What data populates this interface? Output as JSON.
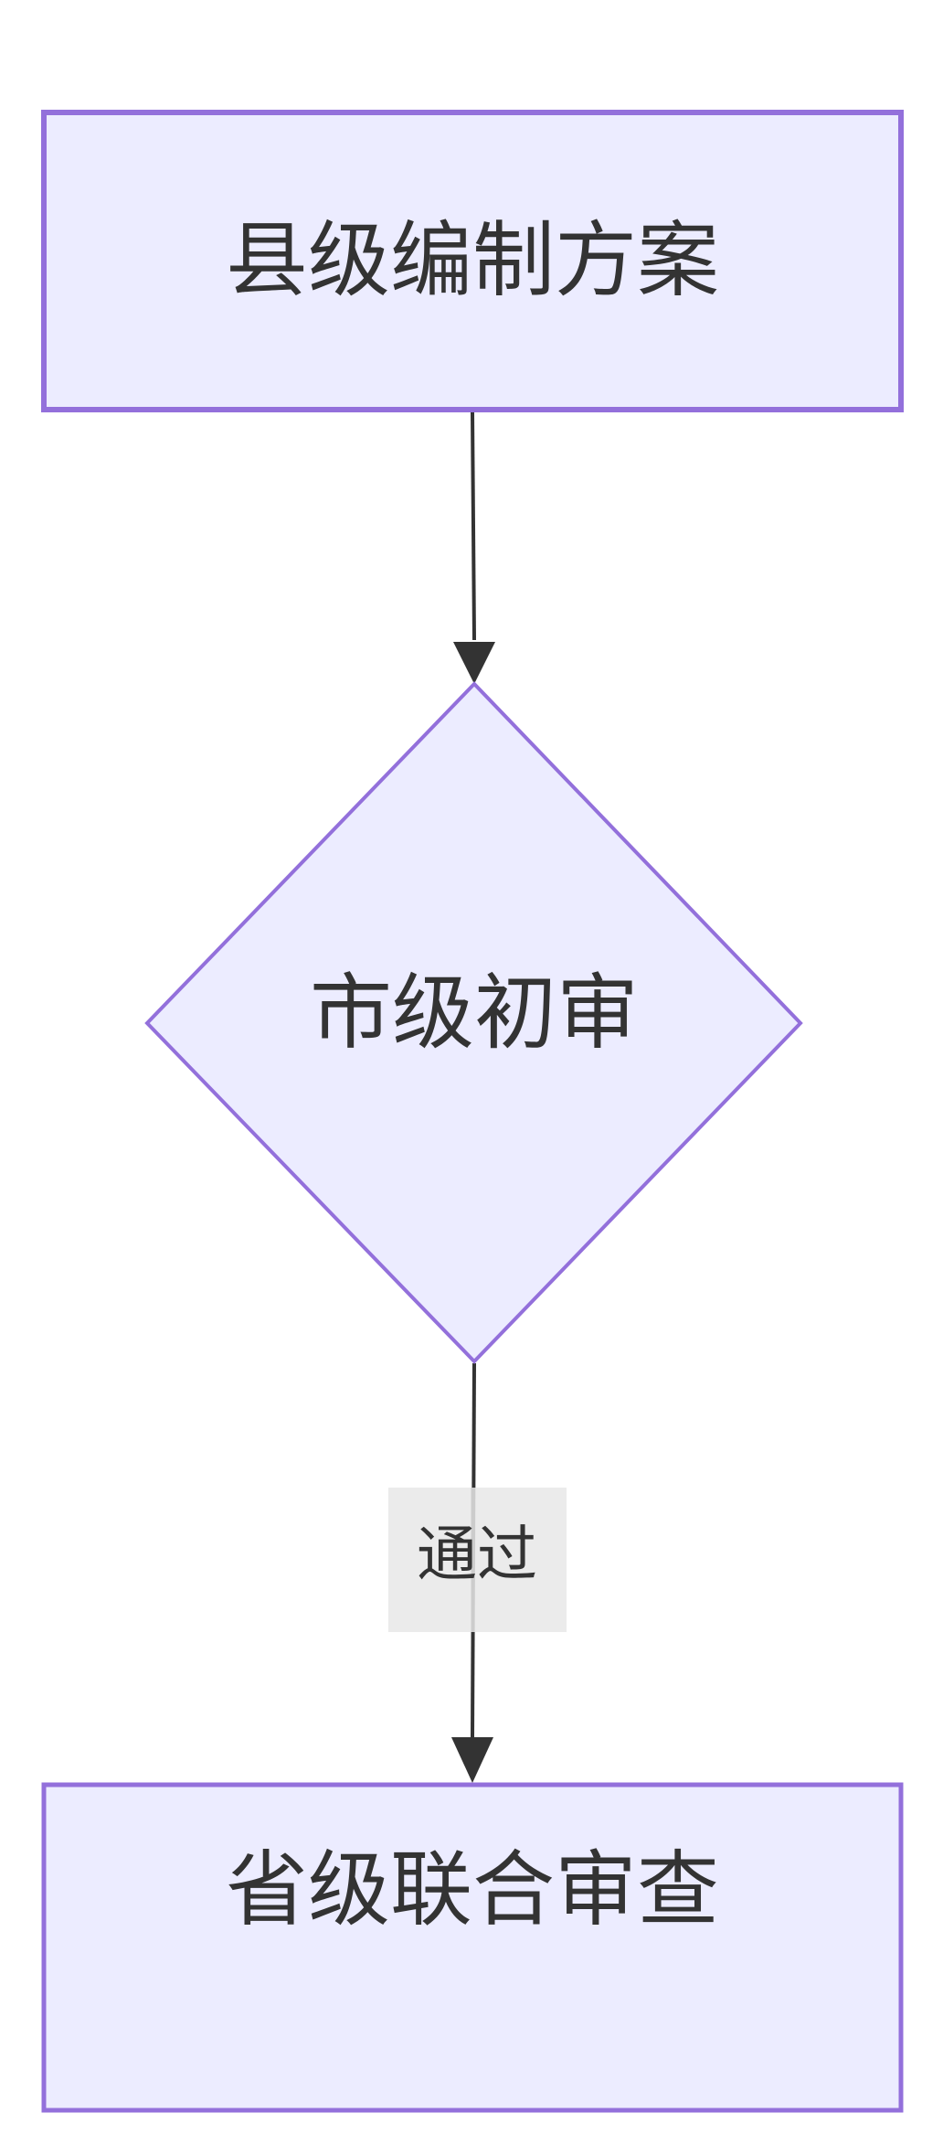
{
  "diagram": {
    "type": "flowchart",
    "direction": "top-down",
    "colors": {
      "node_fill": "#ECECFF",
      "node_stroke": "#9370DB",
      "edge": "#333333",
      "text": "#333333",
      "edge_label_bg": "#E8E8E8"
    },
    "nodes": [
      {
        "id": "A",
        "shape": "rect",
        "label": "县级编制方案"
      },
      {
        "id": "B",
        "shape": "diamond",
        "label": "市级初审"
      },
      {
        "id": "C",
        "shape": "rect",
        "label": "省级联合审查"
      }
    ],
    "edges": [
      {
        "from": "A",
        "to": "B",
        "label": ""
      },
      {
        "from": "B",
        "to": "C",
        "label": "通过"
      }
    ]
  }
}
